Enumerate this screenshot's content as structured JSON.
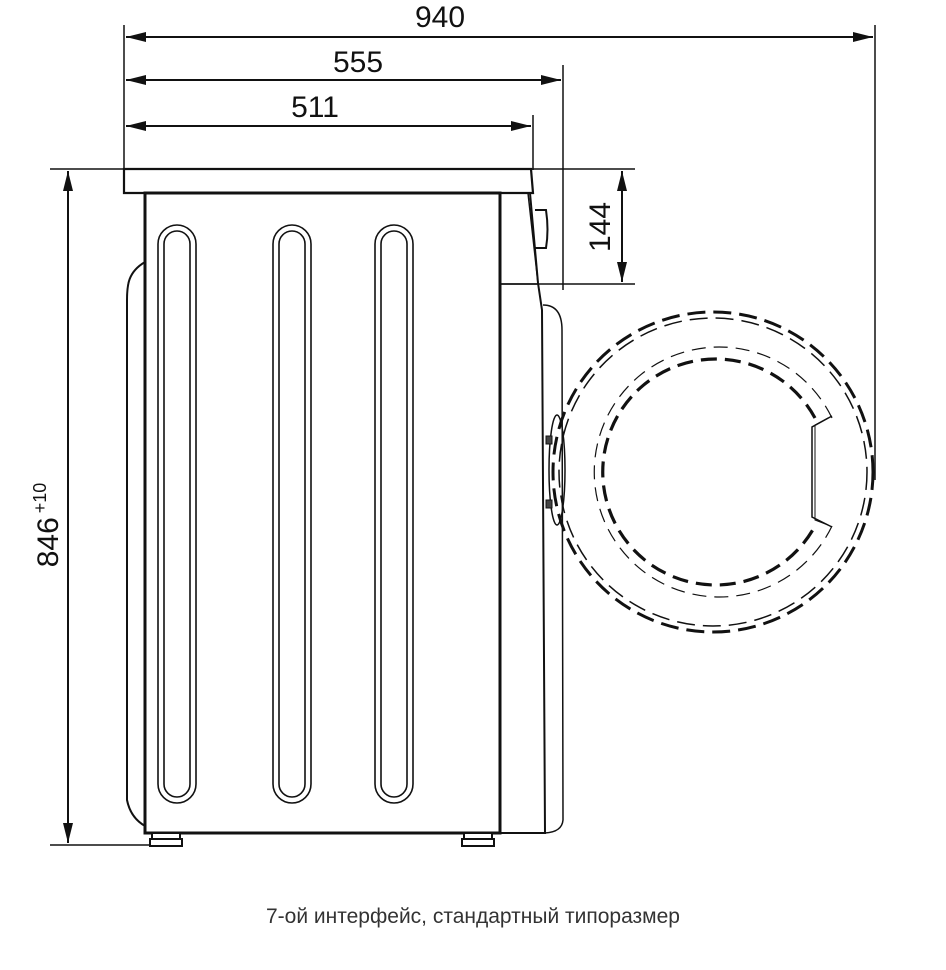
{
  "drawing": {
    "subject": "washing machine side view",
    "dimensions": {
      "total_depth_door_open": "940",
      "depth_with_door": "555",
      "body_depth": "511",
      "top_panel_height": "144",
      "height": "846",
      "height_tolerance": "+10"
    },
    "caption": "7-ой интерфейс, стандартный типоразмер"
  },
  "colors": {
    "line": "#111111",
    "background": "#ffffff",
    "caption_text": "#333333"
  }
}
